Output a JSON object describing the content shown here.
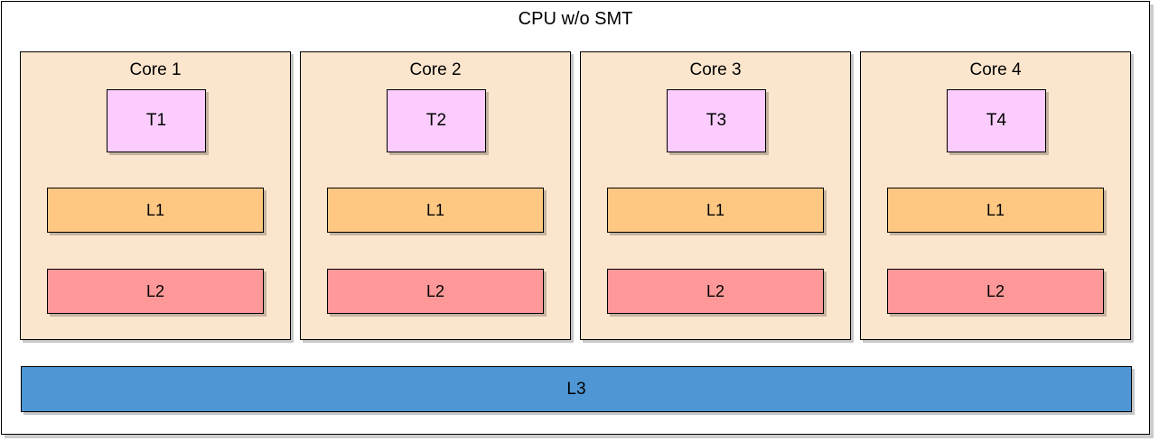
{
  "diagram": {
    "title": "CPU w/o SMT",
    "type": "cpu-topology-block-diagram",
    "colors": {
      "page_background": "#ffffff",
      "frame_border": "#000000",
      "core_fill": "#fce5cd",
      "thread_fill": "#fcccff",
      "l1_fill": "#ffc882",
      "l2_fill": "#ff9999",
      "l3_fill": "#4f97d4",
      "text": "#000000",
      "shadow": "rgba(0,0,0,0.22)"
    },
    "cores": [
      {
        "label": "Core 1",
        "thread": "T1",
        "l1": "L1",
        "l2": "L2"
      },
      {
        "label": "Core 2",
        "thread": "T2",
        "l1": "L1",
        "l2": "L2"
      },
      {
        "label": "Core 3",
        "thread": "T3",
        "l1": "L1",
        "l2": "L2"
      },
      {
        "label": "Core 4",
        "thread": "T4",
        "l1": "L1",
        "l2": "L2"
      }
    ],
    "shared_cache": {
      "label": "L3"
    }
  }
}
